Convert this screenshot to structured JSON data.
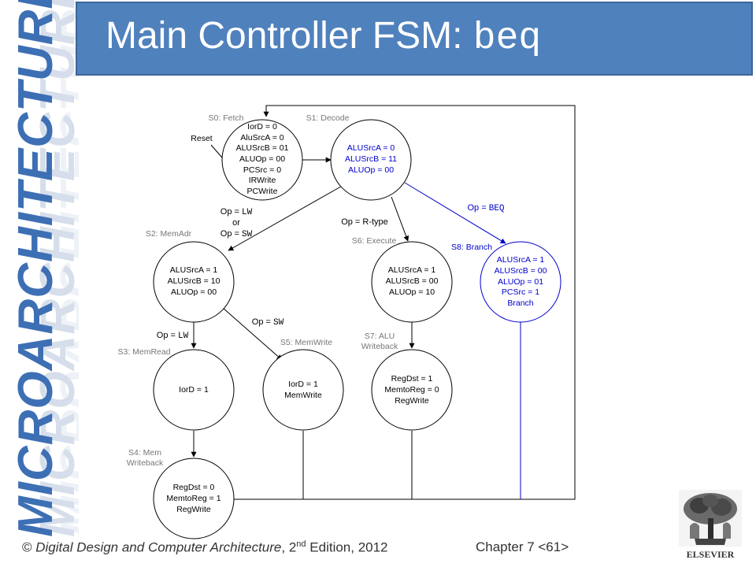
{
  "sidebar": {
    "text": "MICROARCHITECTURE"
  },
  "header": {
    "title_main": "Main Controller FSM: ",
    "title_code": "beq"
  },
  "diagram": {
    "reset_label": "Reset",
    "states": [
      {
        "id": "S0",
        "name": "S0: Fetch",
        "lines": [
          "IorD = 0",
          "AluSrcA = 0",
          "ALUSrcB = 01",
          "ALUOp = 00",
          "PCSrc = 0",
          "IRWrite",
          "PCWrite"
        ]
      },
      {
        "id": "S1",
        "name": "S1: Decode",
        "lines": [
          "ALUSrcA = 0",
          "ALUSrcB = 11",
          "ALUOp = 00"
        ]
      },
      {
        "id": "S2",
        "name": "S2: MemAdr",
        "lines": [
          "ALUSrcA = 1",
          "ALUSrcB = 10",
          "ALUOp = 00"
        ]
      },
      {
        "id": "S3",
        "name": "S3: MemRead",
        "lines": [
          "IorD = 1"
        ]
      },
      {
        "id": "S4",
        "name": [
          "S4: Mem",
          "Writeback"
        ],
        "lines": [
          "RegDst = 0",
          "MemtoReg = 1",
          "RegWrite"
        ]
      },
      {
        "id": "S5",
        "name": "S5: MemWrite",
        "lines": [
          "IorD = 1",
          "MemWrite"
        ]
      },
      {
        "id": "S6",
        "name": "S6: Execute",
        "lines": [
          "ALUSrcA = 1",
          "ALUSrcB = 00",
          "ALUOp = 10"
        ]
      },
      {
        "id": "S7",
        "name": [
          "S7: ALU",
          "Writeback"
        ],
        "lines": [
          "RegDst = 1",
          "MemtoReg = 0",
          "RegWrite"
        ]
      },
      {
        "id": "S8",
        "name": "S8: Branch",
        "lines": [
          "ALUSrcA = 1",
          "ALUSrcB = 00",
          "ALUOp = 01",
          "PCSrc = 1",
          "Branch"
        ]
      }
    ],
    "transitions": {
      "s1_s2": {
        "prefix": [
          "Op = ",
          "or",
          "Op = "
        ],
        "code": [
          "LW",
          "SW"
        ]
      },
      "s1_s6": "Op = R-type",
      "s1_s8": {
        "prefix": "Op = ",
        "code": "BEQ"
      },
      "s2_s3": {
        "prefix": "Op = ",
        "code": "LW"
      },
      "s2_s5": {
        "prefix": "Op = ",
        "code": "SW"
      }
    }
  },
  "footer": {
    "copyright": "© ",
    "book_title": "Digital Design and Computer Architecture",
    "edition_prefix": ", 2",
    "edition_sup": "nd",
    "edition_suffix": " Edition, 2012",
    "chapter": "Chapter 7 <61>"
  },
  "logo": {
    "text": "ELSEVIER"
  },
  "colors": {
    "banner": "#4f81bd",
    "sidebar": "#3d6fb4",
    "highlight": "#0000cc"
  }
}
